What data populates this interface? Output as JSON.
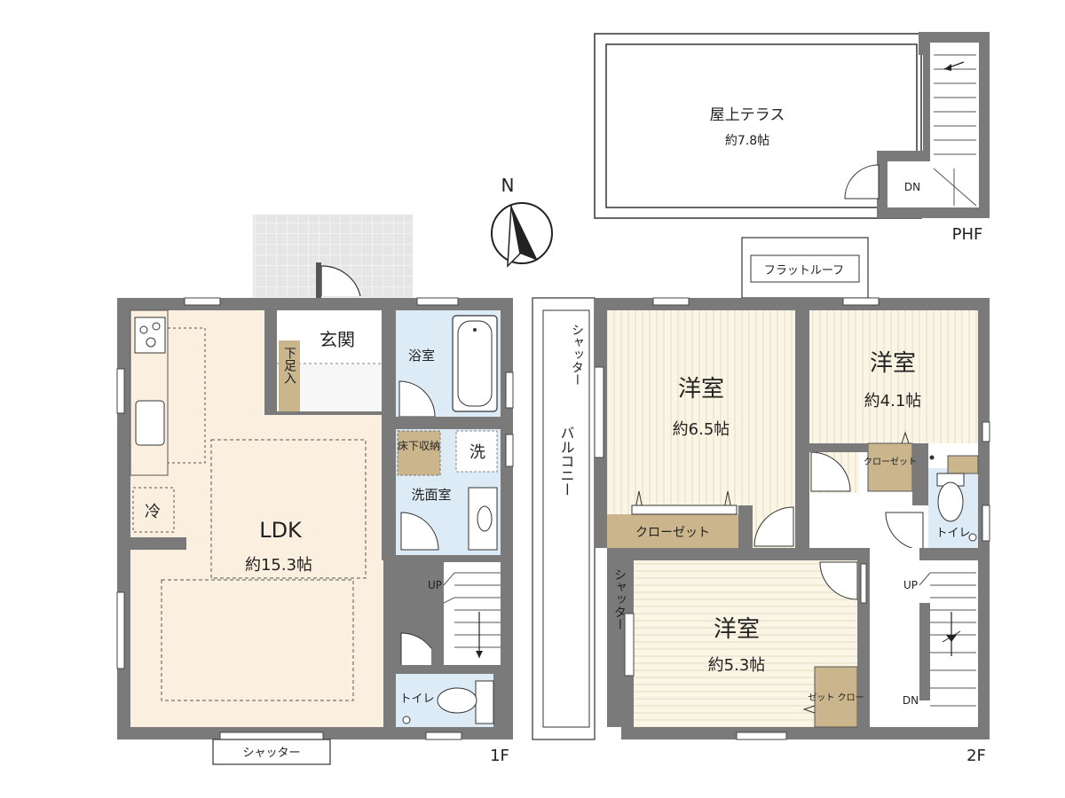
{
  "floor_labels": {
    "first": "1F",
    "second": "2F",
    "roof": "PHF"
  },
  "compass": {
    "north": "N"
  },
  "first_floor": {
    "genkan": "玄関",
    "shoe_storage": "下足入",
    "bathroom": "浴室",
    "underfloor_storage": "床下収納",
    "washer": "洗",
    "washroom": "洗面室",
    "fridge": "冷",
    "ldk": "LDK",
    "ldk_size": "約15.3帖",
    "toilet": "トイレ",
    "stairs_up": "UP",
    "shutter": "シャッター"
  },
  "second_floor": {
    "western_room_a": "洋室",
    "western_room_a_size": "約6.5帖",
    "western_room_b": "洋室",
    "western_room_b_size": "約4.1帖",
    "western_room_c": "洋室",
    "western_room_c_size": "約5.3帖",
    "closet_a": "クローゼット",
    "closet_b": "クローゼット",
    "closet_c": "ゼット クロー",
    "toilet": "トイレ",
    "balcony": "バルコニー",
    "shutter_left": "シャッター",
    "shutter_mid": "シャッター",
    "flat_roof": "フラットルーフ",
    "stairs_up": "UP",
    "stairs_down": "DN"
  },
  "roof_floor": {
    "terrace": "屋上テラス",
    "terrace_size": "約7.8帖",
    "stairs_down": "DN"
  },
  "colors": {
    "wall": "#7a7a7a",
    "wall_dark": "#555555",
    "ldk_floor": "#fbefdf",
    "wet_floor": "#dcebf6",
    "bedroom_floor": "#faf5e4",
    "closet_fill": "#cbb58d",
    "tile": "#e4e4e4"
  }
}
